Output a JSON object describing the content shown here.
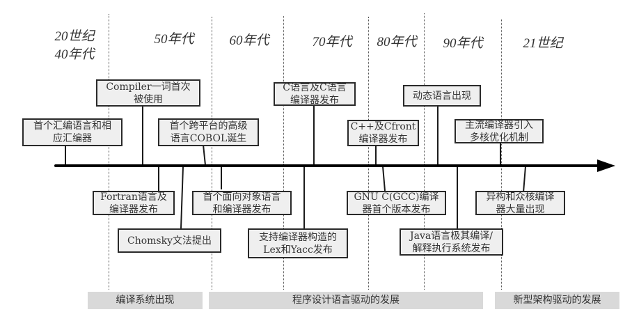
{
  "eras": [
    {
      "label": "20世纪\n40年代"
    },
    {
      "label": "50年代"
    },
    {
      "label": "60年代"
    },
    {
      "label": "70年代"
    },
    {
      "label": "80年代"
    },
    {
      "label": "90年代"
    },
    {
      "label": "21世纪"
    }
  ],
  "events_above": [
    {
      "text": "首个汇编语言和相\n应汇编器",
      "era": "20世纪40年代"
    },
    {
      "text": "Compiler一词首次\n被使用",
      "era": "50年代"
    },
    {
      "text": "首个跨平台的高级\n语言COBOL诞生",
      "era": "50年代"
    },
    {
      "text": "C语言及C语言\n编译器发布",
      "era": "70年代"
    },
    {
      "text": "C++及Cfront\n编译器发布",
      "era": "80年代"
    },
    {
      "text": "动态语言出现",
      "era": "90年代"
    },
    {
      "text": "主流编译器引入\n多核优化机制",
      "era": "21世纪"
    }
  ],
  "events_below": [
    {
      "text": "Fortran语言及\n编译器发布",
      "era": "50年代"
    },
    {
      "text": "Chomsky文法提出",
      "era": "50年代"
    },
    {
      "text": "首个面向对象语言\n和编译器发布",
      "era": "60年代"
    },
    {
      "text": "支持编译器构造的\nLex和Yacc发布",
      "era": "70年代"
    },
    {
      "text": "GNU C(GCC)编译\n器首个版本发布",
      "era": "80年代"
    },
    {
      "text": "Java语言极其编译/\n解释执行系统发布",
      "era": "90年代"
    },
    {
      "text": "异构和众核编译\n器大量出现",
      "era": "21世纪"
    }
  ],
  "phases": [
    {
      "label": "编译系统出现"
    },
    {
      "label": "程序设计语言驱动的发展"
    },
    {
      "label": "新型架构驱动的发展"
    }
  ]
}
